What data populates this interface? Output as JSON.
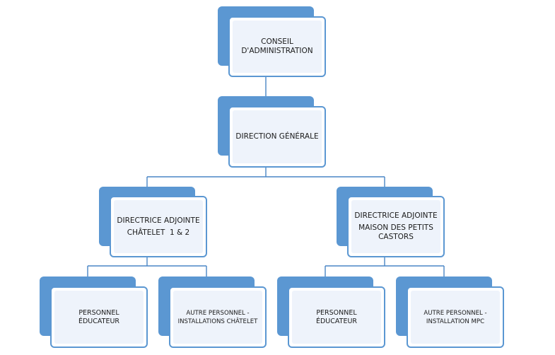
{
  "colors": {
    "shadow": "#5b97d2",
    "border": "#5b97d2",
    "fill": "#eef3fb",
    "connector": "#4a86c5"
  },
  "nodes": {
    "conseil": {
      "line1": "CONSEIL",
      "line2": "D'ADMINISTRATION"
    },
    "direction": {
      "line1": "DIRECTION GÉNÉRALE"
    },
    "adjointe_chatelet": {
      "line1": "DIRECTRICE ADJOINTE",
      "line2": "CHÂTELET  1 & 2"
    },
    "adjointe_mpc": {
      "line1": "DIRECTRICE ADJOINTE",
      "line2": "MAISON DES PETITS",
      "line3": "CASTORS"
    },
    "educateur_chatelet": {
      "line1": "PERSONNEL",
      "line2": "ÉDUCATEUR"
    },
    "autre_chatelet": {
      "line1": "AUTRE PERSONNEL -",
      "line2": "INSTALLATIONS CHÂTELET"
    },
    "educateur_mpc": {
      "line1": "PERSONNEL",
      "line2": "ÉDUCATEUR"
    },
    "autre_mpc": {
      "line1": "AUTRE PERSONNEL -",
      "line2": "INSTALLATION MPC"
    }
  }
}
